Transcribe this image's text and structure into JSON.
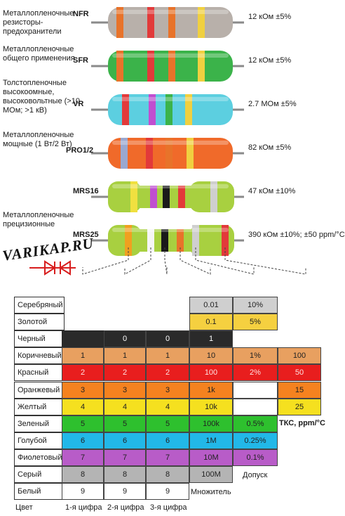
{
  "resistors": [
    {
      "description": "Металлопленочные резисторы-предохранители",
      "code": "NFR",
      "value": "12 кОм ±5%",
      "body": "#b8b0aa",
      "bands": [
        "#e8732a",
        "#e23a3a",
        "#e8732a",
        "#f0d040"
      ]
    },
    {
      "description": "Металлопленочные общего применения",
      "code": "SFR",
      "value": "12 кОм ±5%",
      "body": "#3bb34a",
      "bands": [
        "#e8732a",
        "#e23a3a",
        "#e8732a",
        "#f0d040"
      ]
    },
    {
      "description": "Толстопленочные высокоомные, высоковольтные (>10 МОм; >1 кВ)",
      "code": "VR",
      "value": "2.7 МОм ±5%",
      "body": "#5ccfe0",
      "bands": [
        "#e23a3a",
        "#c04fd0",
        "#3bb34a",
        "#f0d040"
      ]
    },
    {
      "description": "Металлопленочные мощные (1 Вт/2 Вт)",
      "code": "PRO1/2",
      "value": "82 кОм ±5%",
      "body": "#f06a2a",
      "bands": [
        "#9aa8d0",
        "#e23a3a",
        "#e8732a",
        "#f0d040"
      ]
    },
    {
      "description": "",
      "code": "MRS16",
      "value": "47 кОм ±10%",
      "body": "#a8d040",
      "bands": [
        "#f0e040",
        "#c04fd0",
        "#1a1a1a",
        "#e23a3a",
        "#cfcfcf"
      ]
    },
    {
      "description": "Металлопленочные прецизионные",
      "code": "MRS25",
      "value": "390 кОм ±10%; ±50 ppm/°C",
      "body": "#a8d040",
      "bands": [
        "#f0a020",
        "#f5f5f5",
        "#1a1a1a",
        "#e8732a",
        "#cfcfcf",
        "#e23a3a"
      ]
    }
  ],
  "watermark": "VARIKAP.RU",
  "table": {
    "rows": [
      {
        "label": "Серебряный",
        "color": "#cfcfcf",
        "d1": "",
        "d2": "",
        "d3": "",
        "mult": "0.01",
        "tol": "10%",
        "tkc": ""
      },
      {
        "label": "Золотой",
        "color": "#f5d040",
        "d1": "",
        "d2": "",
        "d3": "",
        "mult": "0.1",
        "tol": "5%",
        "tkc": ""
      },
      {
        "label": "Черный",
        "color": "#2a2a2a",
        "d1": "",
        "d2": "0",
        "d3": "0",
        "mult": "1",
        "tol": "",
        "tkc": ""
      },
      {
        "label": "Коричневый",
        "color": "#e8a060",
        "d1": "1",
        "d2": "1",
        "d3": "1",
        "mult": "10",
        "tol": "1%",
        "tkc": "100"
      },
      {
        "label": "Красный",
        "color": "#e81e1e",
        "d1": "2",
        "d2": "2",
        "d3": "2",
        "mult": "100",
        "tol": "2%",
        "tkc": "50"
      },
      {
        "label": "Оранжевый",
        "color": "#f5821f",
        "d1": "3",
        "d2": "3",
        "d3": "3",
        "mult": "1k",
        "tol": "",
        "tkc": "15"
      },
      {
        "label": "Желтый",
        "color": "#f5e01f",
        "d1": "4",
        "d2": "4",
        "d3": "4",
        "mult": "10k",
        "tol": "",
        "tkc": "25"
      },
      {
        "label": "Зеленый",
        "color": "#2ec02e",
        "d1": "5",
        "d2": "5",
        "d3": "5",
        "mult": "100k",
        "tol": "0.5%",
        "tkc": ""
      },
      {
        "label": "Голубой",
        "color": "#22b8e8",
        "d1": "6",
        "d2": "6",
        "d3": "6",
        "mult": "1M",
        "tol": "0.25%",
        "tkc": ""
      },
      {
        "label": "Фиолетовый",
        "color": "#b85cc8",
        "d1": "7",
        "d2": "7",
        "d3": "7",
        "mult": "10M",
        "tol": "0.1%",
        "tkc": ""
      },
      {
        "label": "Серый",
        "color": "#b4b4b4",
        "d1": "8",
        "d2": "8",
        "d3": "8",
        "mult": "100M",
        "tol": "",
        "tkc": ""
      },
      {
        "label": "Белый",
        "color": "#ffffff",
        "d1": "9",
        "d2": "9",
        "d3": "9",
        "mult": "",
        "tol": "",
        "tkc": ""
      }
    ],
    "tkc_label": "ТКС, ppm/°C",
    "tolerance_label": "Допуск",
    "multiplier_label": "Множитель",
    "footer": {
      "color": "Цвет",
      "d1": "1-я цифра",
      "d2": "2-я цифра",
      "d3": "3-я цифра"
    }
  }
}
